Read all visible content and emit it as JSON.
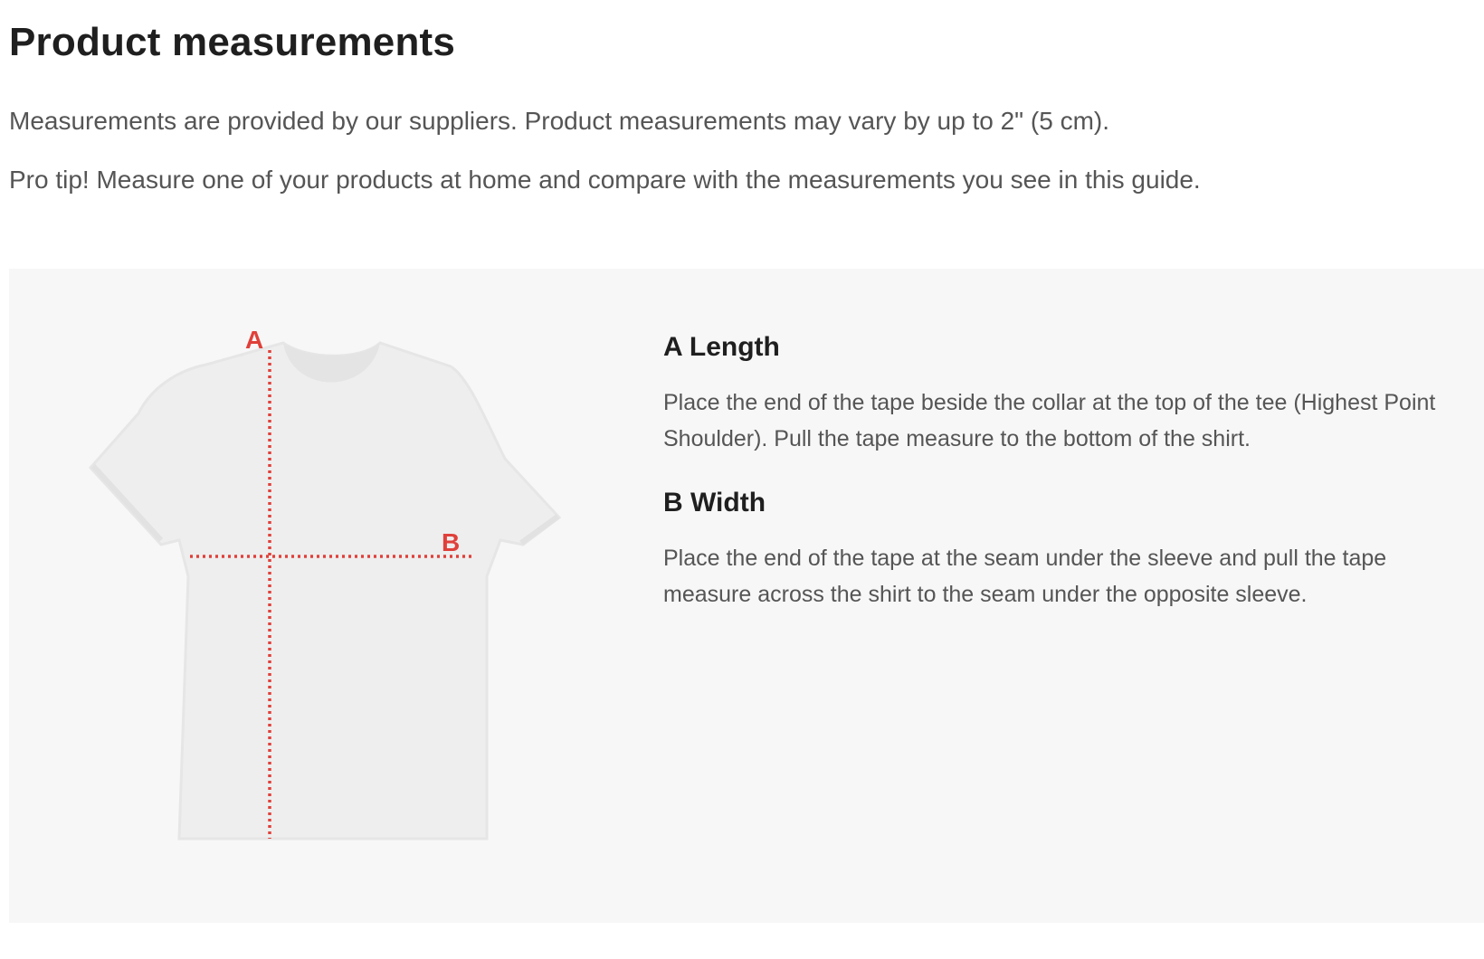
{
  "page": {
    "title": "Product measurements",
    "intro_supplier": "Measurements are provided by our suppliers. Product measurements may vary by up to 2\" (5 cm).",
    "intro_tip": "Pro tip! Measure one of your products at home and compare with the measurements you see in this guide."
  },
  "diagram": {
    "label_a": "A",
    "label_b": "B",
    "marker_color": "#e0403a",
    "shirt_color": "#eeeeee"
  },
  "measurements": [
    {
      "heading": "A Length",
      "description": "Place the end of the tape beside the collar at the top of the tee (Highest Point Shoulder). Pull the tape measure to the bottom of the shirt."
    },
    {
      "heading": "B Width",
      "description": "Place the end of the tape at the seam under the sleeve and pull the tape measure across the shirt to the seam under the opposite sleeve."
    }
  ]
}
